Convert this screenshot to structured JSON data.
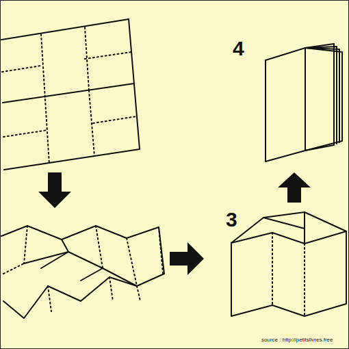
{
  "diagram": {
    "labels": [
      "4",
      "3",
      "source : http://petitslivres.free"
    ]
  }
}
